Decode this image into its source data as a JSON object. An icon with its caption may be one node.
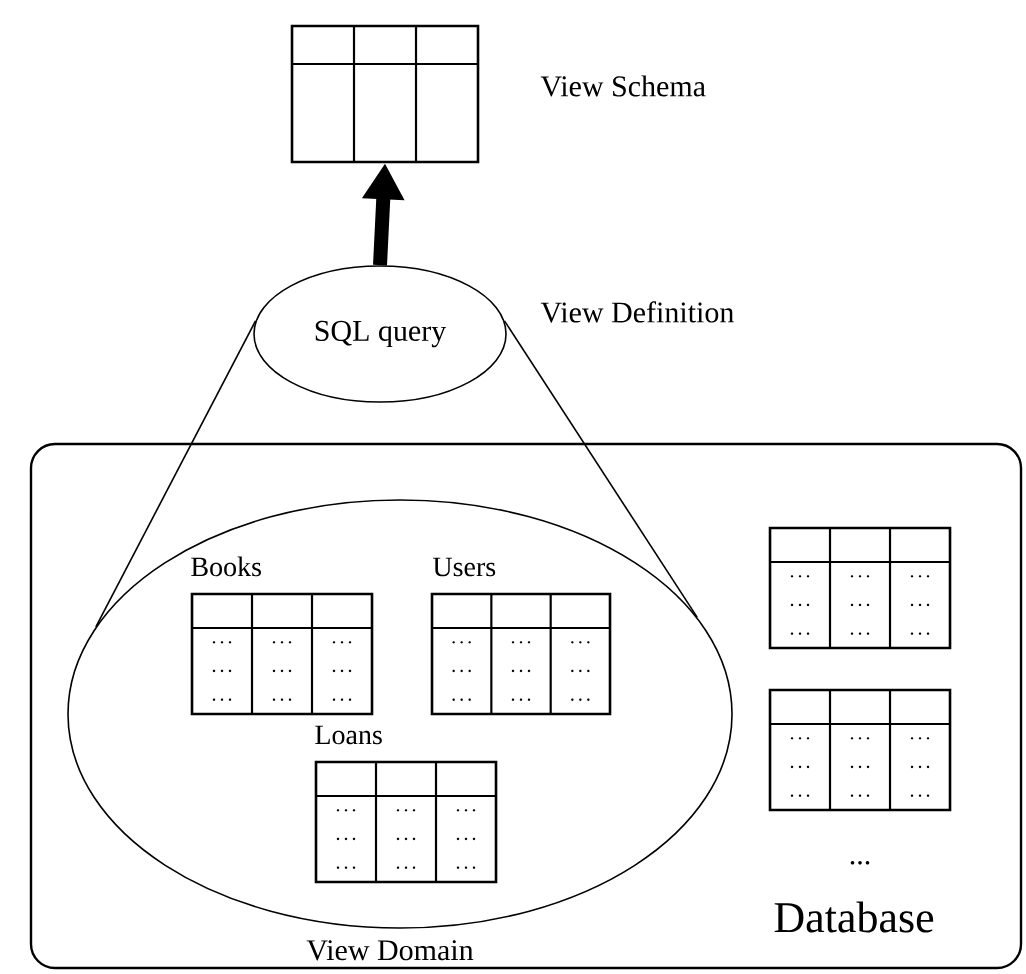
{
  "diagram": {
    "nodes": [
      {
        "text": [],
        "shape": "box",
        "beside": [
          "View Schema"
        ]
      },
      {
        "text": [
          "SQL query"
        ],
        "beside": [
          "View Definition"
        ]
      },
      {
        "text": [
          "Database"
        ]
      },
      {
        "text": [
          "View Domain"
        ],
        "in": 2
      },
      {
        "text": [
          "Books"
        ],
        "in": 3
      },
      {
        "text": [
          "Users"
        ],
        "in": 3
      },
      {
        "text": [
          "Loans"
        ],
        "in": 3
      },
      {
        "text": [],
        "shape": "box",
        "in": 2
      },
      {
        "text": [],
        "shape": "box",
        "in": 2
      }
    ],
    "edges": [
      {
        "from": 1,
        "to": 0,
        "arrow": "to",
        "style": "thick"
      },
      {
        "from": 1,
        "to": 3,
        "arrow": "none"
      },
      {
        "from": 1,
        "to": 3,
        "arrow": "none"
      }
    ],
    "labels": [
      "..."
    ]
  }
}
